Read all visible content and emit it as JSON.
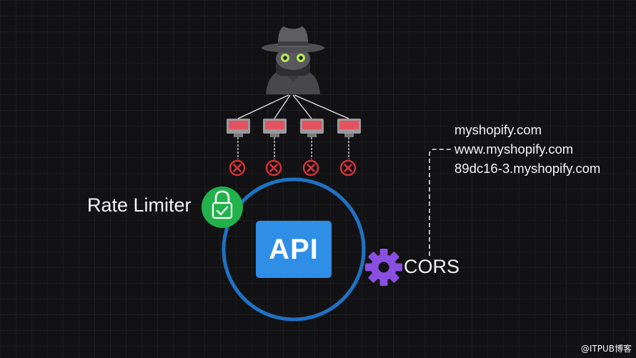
{
  "rate_limiter": {
    "label": "Rate Limiter"
  },
  "api": {
    "label": "API"
  },
  "cors": {
    "label": "CORS",
    "allowed_origins": [
      "myshopify.com",
      "www.myshopify.com",
      "89dc16-3.myshopify.com"
    ]
  },
  "blocked_requests": 4,
  "watermark": "@ITPUB博客",
  "colors": {
    "background": "#121214",
    "api_circle": "#1f72c4",
    "api_box": "#2f8ee6",
    "lock": "#22b24c",
    "gear": "#8a4fe0",
    "blocked": "#d7333b",
    "computer_screen": "#e3525e"
  }
}
